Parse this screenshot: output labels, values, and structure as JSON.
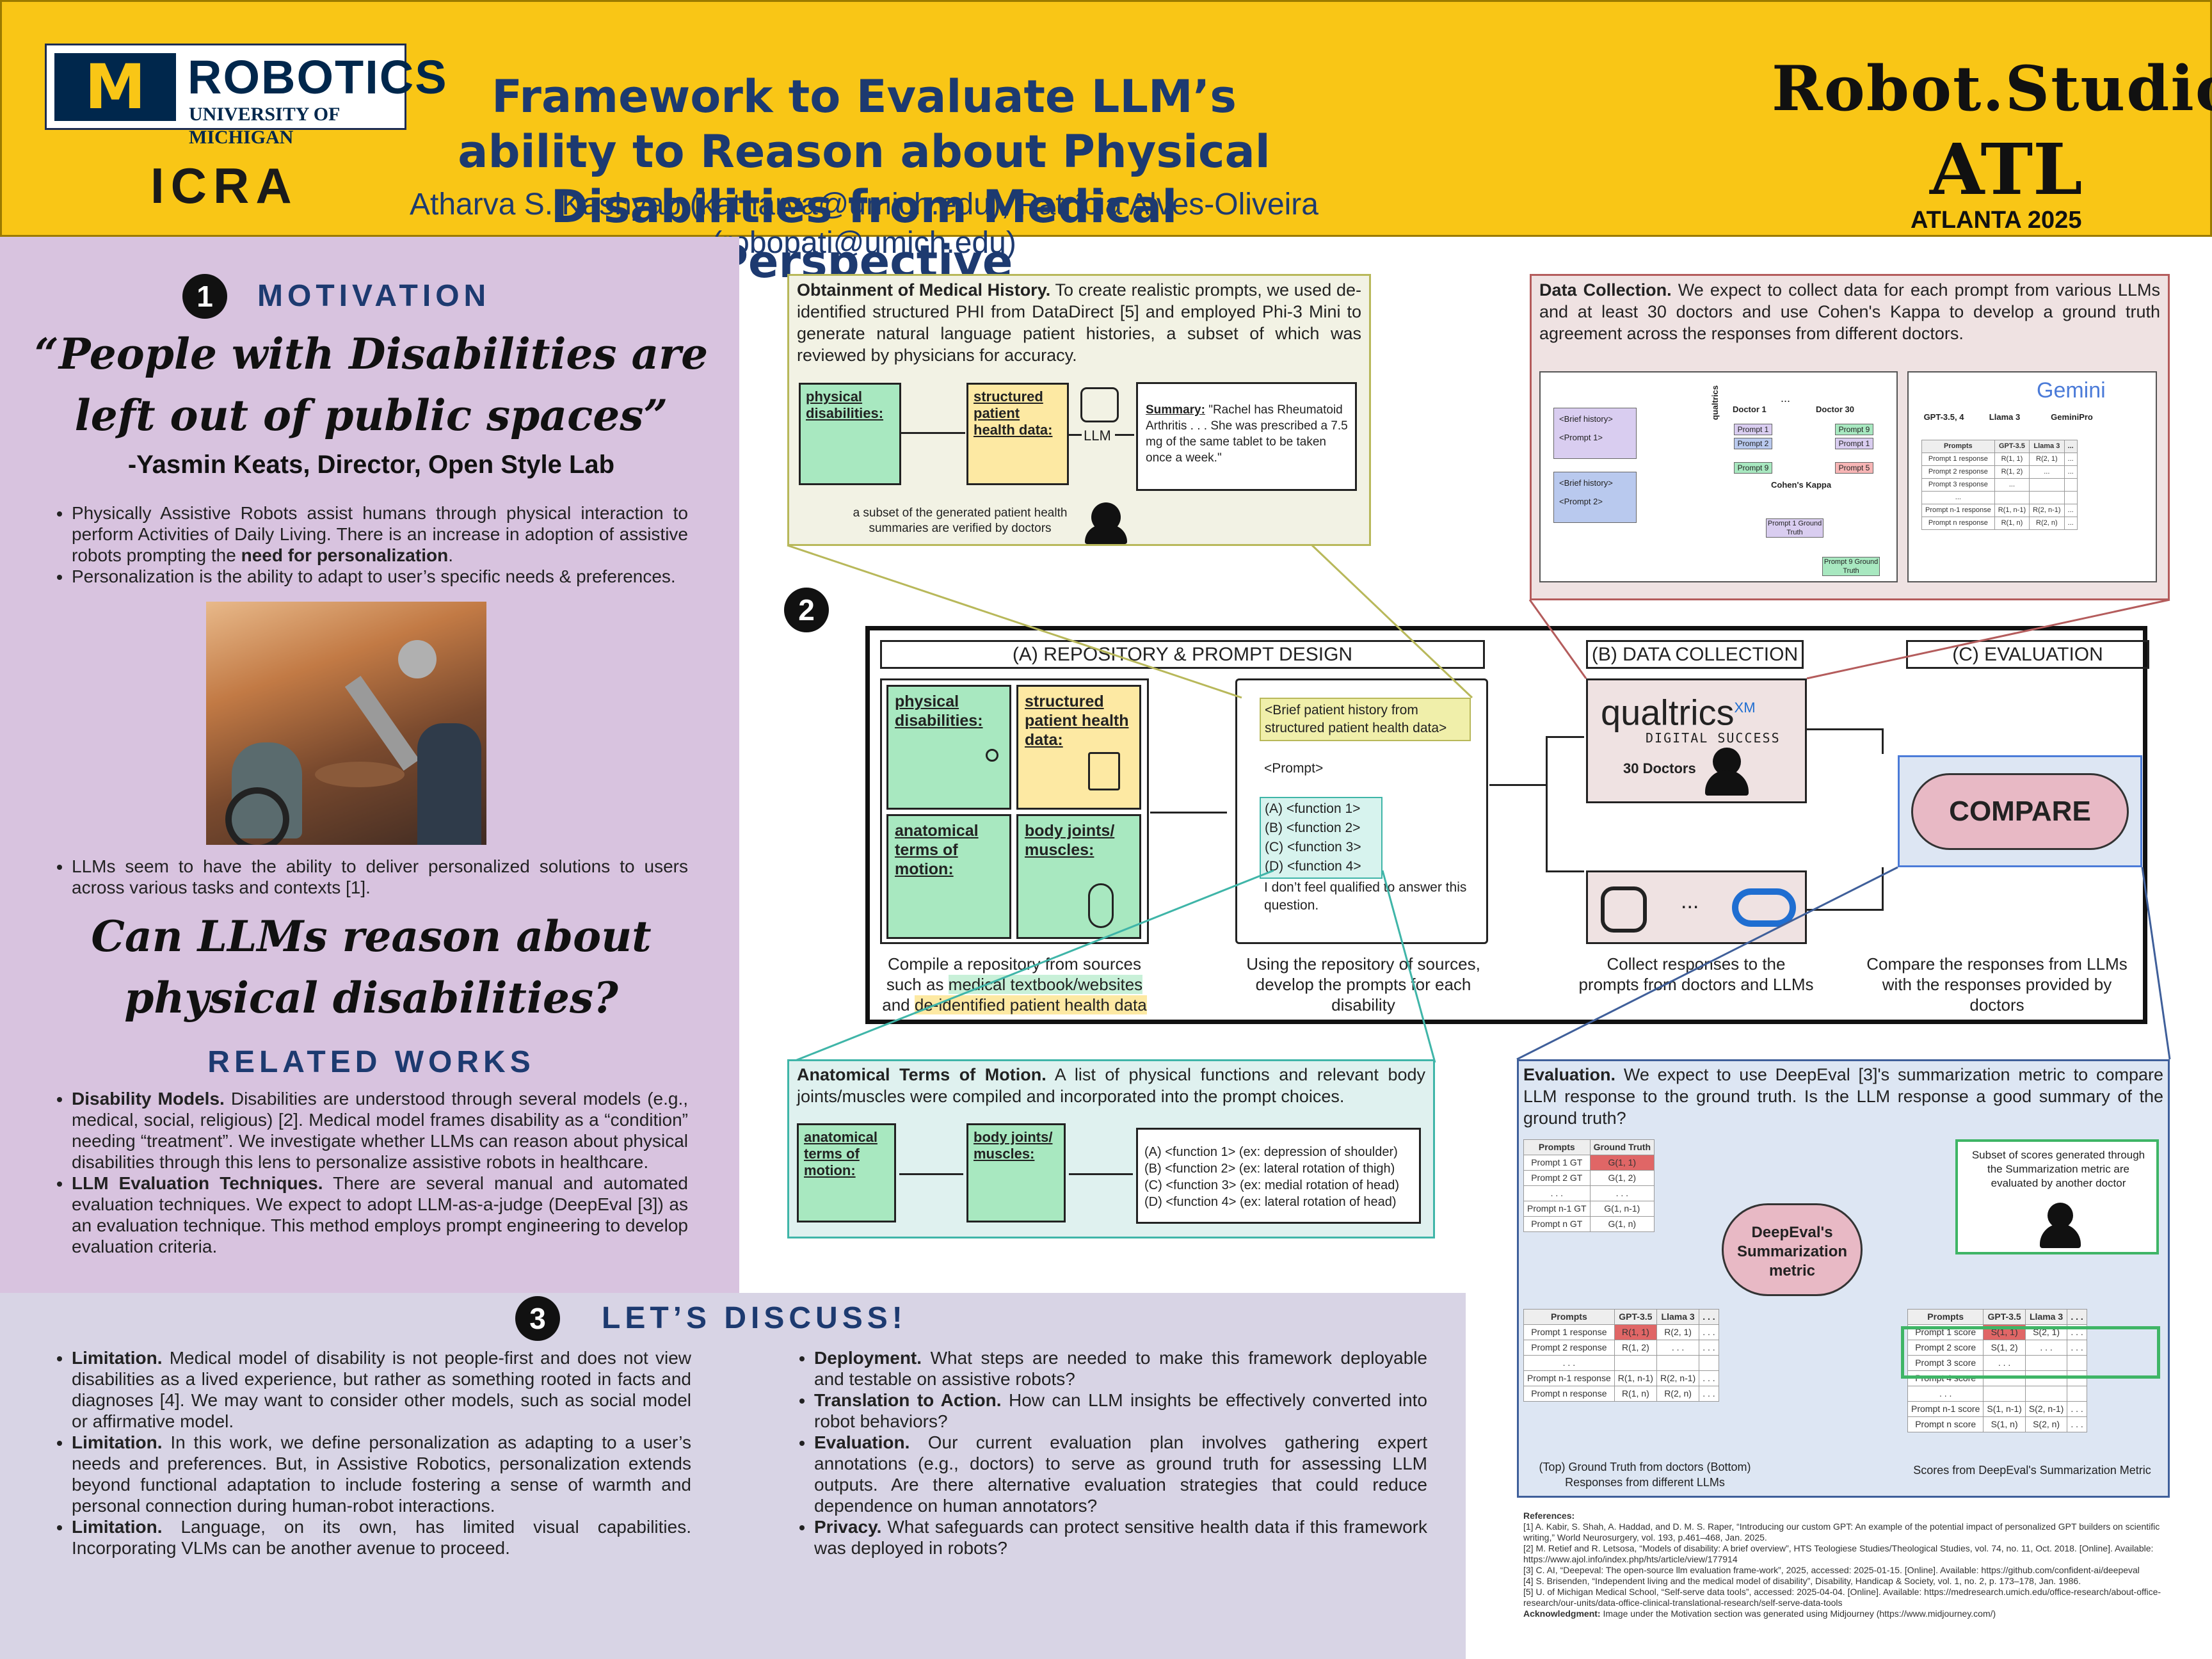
{
  "header": {
    "logo_m": "M",
    "logo_robotics": "ROBOTICS",
    "logo_university": "UNIVERSITY OF MICHIGAN",
    "icra": "ICRA",
    "title": "Framework to Evaluate LLM’s ability to Reason about Physical Disabilities from Medical Perspective",
    "authors": "Atharva S. Kashyap (katharva@umich.edu), Patrícia Alves-Oliveira (robopati@umich.edu)",
    "robostudio": "Robot.Studio",
    "atl": "ATL",
    "atlanta": "ATLANTA 2025",
    "header_color": "#f9c616"
  },
  "motivation": {
    "number": "1",
    "heading": "MOTIVATION",
    "quote": "“People with Disabilities are left out of public spaces”",
    "attribution": "-Yasmin Keats, Director, Open Style Lab",
    "bullet1_pre": "Physically Assistive Robots assist humans through physical interaction to perform Activities of Daily Living. There is an increase in adoption of assistive robots prompting the ",
    "bullet1_bold": "need for personalization",
    "bullet1_post": ".",
    "bullet2": "Personalization is the ability to adapt to user’s specific needs & preferences.",
    "bullet3": "LLMs seem to have the ability to deliver personalized solutions to users across various tasks and contexts [1].",
    "question": "Can LLMs reason about physical disabilities?"
  },
  "related": {
    "heading": "RELATED WORKS",
    "item1_bold": "Disability Models.",
    "item1_text": " Disabilities are understood through several models (e.g., medical, social, religious) [2]. Medical model frames disability as a “condition” needing “treatment”. We investigate whether LLMs can reason about physical disabilities through this lens to personalize assistive robots in healthcare.",
    "item2_bold": "LLM Evaluation Techniques.",
    "item2_text": " There are several manual and automated evaluation techniques. We expect to adopt LLM-as-a-judge (DeepEval [3]) as an evaluation technique. This method employs prompt engineering to develop evaluation criteria."
  },
  "discuss": {
    "number": "3",
    "heading": "LET’S DISCUSS!",
    "left": [
      {
        "bold": "Limitation.",
        "text": " Medical model of disability is not people-first and does not view disabilities as a lived experience, but rather as something rooted in facts and diagnoses [4]. We may want to consider other models, such as social model or affirmative model."
      },
      {
        "bold": "Limitation.",
        "text": " In this work, we define personalization as adapting to a user’s needs and preferences. But, in Assistive Robotics, personalization extends beyond functional adaptation to include fostering a sense of warmth and personal connection during human-robot interactions."
      },
      {
        "bold": "Limitation.",
        "text": " Language, on its own, has limited visual capabilities. Incorporating VLMs can be another avenue to proceed."
      }
    ],
    "right": [
      {
        "bold": "Deployment.",
        "text": " What steps are needed to make this framework deployable and testable on assistive robots?"
      },
      {
        "bold": "Translation to Action.",
        "text": " How can LLM insights be effectively converted into robot behaviors?"
      },
      {
        "bold": "Evaluation.",
        "text": " Our current evaluation plan involves gathering expert annotations (e.g., doctors) to serve as ground truth for assessing LLM outputs. Are there alternative evaluation strategies that could reduce dependence on human annotators?"
      },
      {
        "bold": "Privacy.",
        "text": " What safeguards can protect sensitive health data if this framework was deployed in robots?"
      }
    ]
  },
  "medical_history": {
    "title": "Obtainment of Medical History.",
    "text": " To create realistic prompts, we used de-identified structured PHI from DataDirect [5] and employed Phi-3 Mini to generate natural language patient histories, a subset of which was reviewed by physicians for accuracy.",
    "physical": "physical disabilities:",
    "structured": "structured patient health data:",
    "llm": "LLM",
    "summary_label": "Summary:",
    "summary_text": " \"Rachel has Rheumatoid Arthritis . . . She was prescribed a 7.5 mg of the same tablet to be taken once a week.\"",
    "verified": "a subset of the generated patient health summaries are verified by doctors"
  },
  "data_collection_box": {
    "title": "Data Collection.",
    "text": " We expect to collect data for each prompt from various LLMs and at least 30 doctors and use Cohen's Kappa to develop a ground truth agreement across the responses from different doctors.",
    "brief1": "<Brief history>",
    "prompt1": "<Prompt 1>",
    "brief2": "<Brief history>",
    "prompt2": "<Prompt 2>",
    "qualtrics_small": "qualtrics",
    "doctor1": "Doctor 1",
    "dots": "...",
    "doctor30": "Doctor 30",
    "p1": "Prompt 1",
    "p2": "Prompt 2",
    "p9": "Prompt 9",
    "p5": "Prompt 5",
    "cohen": "Cohen's Kappa",
    "gt1": "Prompt 1 Ground Truth",
    "gt9": "Prompt 9 Ground Truth",
    "llm_a": "GPT-3.5, 4",
    "llm_b": "Llama 3",
    "llm_c": "GeminiPro",
    "gemini": "Gemini",
    "table_headers": [
      "Prompts",
      "GPT-3.5",
      "Llama 3",
      "..."
    ],
    "table_rows": [
      [
        "Prompt 1 response",
        "R(1, 1)",
        "R(2, 1)",
        "..."
      ],
      [
        "Prompt 2 response",
        "R(1, 2)",
        "...",
        "..."
      ],
      [
        "Prompt 3 response",
        "...",
        "",
        ""
      ],
      [
        "...",
        "",
        "",
        ""
      ],
      [
        "Prompt n-1 response",
        "R(1, n-1)",
        "R(2, n-1)",
        "..."
      ],
      [
        "Prompt n response",
        "R(1, n)",
        "R(2, n)",
        "..."
      ]
    ]
  },
  "framework": {
    "number": "2",
    "col_a": "(A) REPOSITORY & PROMPT DESIGN",
    "col_b": "(B) DATA COLLECTION",
    "col_c": "(C) EVALUATION",
    "physical": "physical disabilities:",
    "structured": "structured patient health data:",
    "anatomical": "anatomical terms of motion:",
    "joints": "body joints/ muscles:",
    "brief": "<Brief patient history from structured patient health data>",
    "prompt": "<Prompt>",
    "fa": "(A) <function 1>",
    "fb": "(B) <function 2>",
    "fc": "(C) <function 3>",
    "fd": "(D) <function 4>",
    "notqual": "I don’t feel qualified to answer this question.",
    "qualtrics": "qualtrics",
    "xm": "XM",
    "digital": "DIGITAL SUCCESS",
    "doctors30": "30 Doctors",
    "compare": "COMPARE",
    "dots": "...",
    "cap_a_pre": "Compile a repository from sources such as ",
    "cap_a_hl1": "medical textbook/websites",
    "cap_a_mid": " and ",
    "cap_a_hl2": "de-identified patient health data",
    "cap_b": "Using the repository of sources, develop the prompts for each disability",
    "cap_c": "Collect responses to the prompts from doctors and LLMs",
    "cap_d": "Compare the responses from LLMs with the responses provided by doctors"
  },
  "anatomical_box": {
    "title": "Anatomical Terms of Motion.",
    "text": " A list of physical functions and relevant body joints/muscles were compiled and incorporated into the prompt choices.",
    "anatomical": "anatomical terms of motion:",
    "joints": "body joints/ muscles:",
    "fa": "(A) <function 1> (ex: depression of shoulder)",
    "fb": "(B) <function 2> (ex: lateral rotation of thigh)",
    "fc": "(C) <function 3> (ex: medial rotation of head)",
    "fd": "(D) <function 4> (ex: lateral rotation of head)"
  },
  "evaluation_box": {
    "title": "Evaluation.",
    "text": " We expect to use DeepEval [3]'s summarization metric to compare LLM response to the ground truth. Is the LLM response a good summary of the ground truth?",
    "gt_headers": [
      "Prompts",
      "Ground Truth"
    ],
    "gt_rows": [
      [
        "Prompt 1 GT",
        "G(1, 1)"
      ],
      [
        "Prompt 2 GT",
        "G(1, 2)"
      ],
      [
        ". . .",
        ". . ."
      ],
      [
        "Prompt n-1 GT",
        "G(1, n-1)"
      ],
      [
        "Prompt n GT",
        "G(1, n)"
      ]
    ],
    "deepeval": "DeepEval's Summarization metric",
    "subset_note": "Subset of scores generated through the Summarization metric are evaluated by another doctor",
    "resp_headers": [
      "Prompts",
      "GPT-3.5",
      "Llama 3",
      ". . ."
    ],
    "resp_rows": [
      [
        "Prompt 1 response",
        "R(1, 1)",
        "R(2, 1)",
        ". . ."
      ],
      [
        "Prompt 2 response",
        "R(1, 2)",
        ". . .",
        ". . ."
      ],
      [
        ". . .",
        "",
        "",
        ""
      ],
      [
        "Prompt n-1 response",
        "R(1, n-1)",
        "R(2, n-1)",
        ". . ."
      ],
      [
        "Prompt n response",
        "R(1, n)",
        "R(2, n)",
        ". . ."
      ]
    ],
    "score_headers": [
      "Prompts",
      "GPT-3.5",
      "Llama 3",
      ". . ."
    ],
    "score_rows": [
      [
        "Prompt 1 score",
        "S(1, 1)",
        "S(2, 1)",
        ". . ."
      ],
      [
        "Prompt 2 score",
        "S(1, 2)",
        ". . .",
        ". . ."
      ],
      [
        "Prompt 3 score",
        ". . .",
        "",
        ""
      ],
      [
        "Prompt 4 score",
        "",
        "",
        ""
      ],
      [
        ". . .",
        "",
        "",
        ""
      ],
      [
        "Prompt n-1 score",
        "S(1, n-1)",
        "S(2, n-1)",
        ". . ."
      ],
      [
        "Prompt n score",
        "S(1, n)",
        "S(2, n)",
        ". . ."
      ]
    ],
    "cap_left": "(Top) Ground Truth from doctors (Bottom) Responses from different LLMs",
    "cap_right": "Scores from DeepEval's Summarization Metric"
  },
  "references": {
    "heading": "References:",
    "items": [
      "[1] A. Kabir, S. Shah, A. Haddad, and D. M. S. Raper, “Introducing our custom GPT: An example of the potential impact of personalized GPT builders on scientific writing,” World Neurosurgery, vol. 193, p.461–468, Jan. 2025.",
      "[2] M. Retief and R. Letsosa, “Models of disability: A brief overview”, HTS Teologiese Studies/Theological Studies, vol. 74, no. 11, Oct. 2018. [Online]. Available: https://www.ajol.info/index.php/hts/article/view/177914",
      "[3] C. AI, “Deepeval: The open-source llm evaluation frame-work”, 2025, accessed: 2025-01-15. [Online]. Available: https://github.com/confident-ai/deepeval",
      "[4] S. Brisenden, “Independent living and the medical model of disability”, Disability, Handicap & Society, vol. 1, no. 2, p. 173–178, Jan. 1986.",
      "[5] U. of Michigan Medical School, “Self-serve data tools”, accessed: 2025-04-04. [Online]. Available: https://medresearch.umich.edu/office-research/about-office-research/our-units/data-office-clinical-translational-research/self-serve-data-tools"
    ],
    "ack_label": "Acknowledgment:",
    "ack_text": " Image under the Motivation section was generated using Midjourney (https://www.midjourney.com/)"
  }
}
